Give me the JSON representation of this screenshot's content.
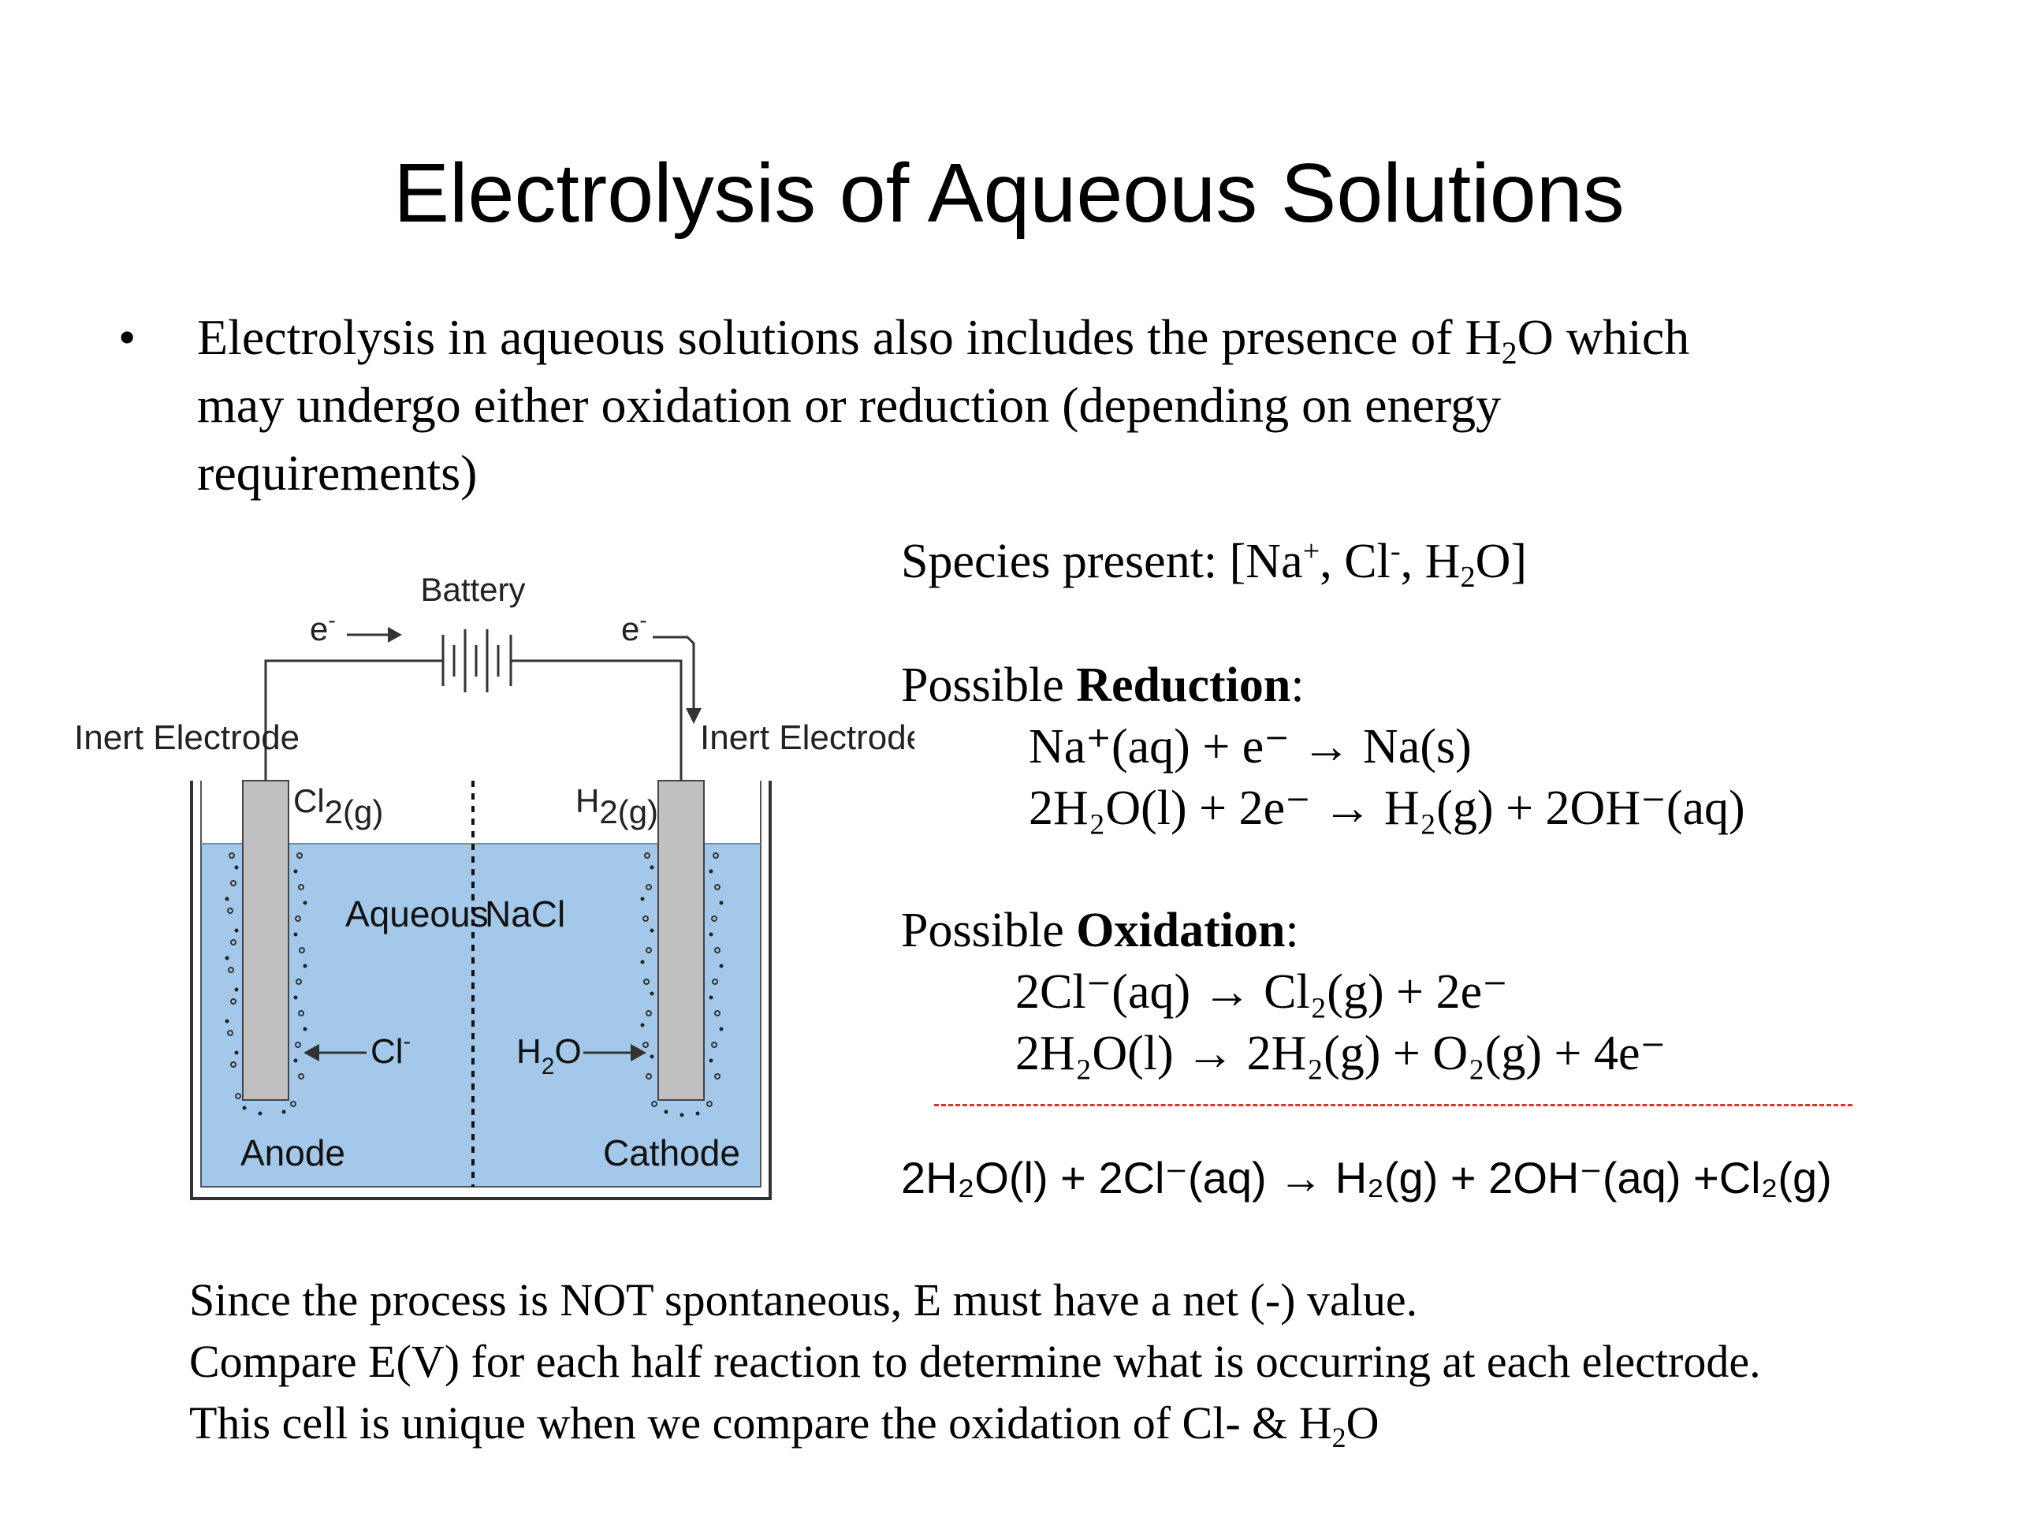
{
  "title": "Electrolysis of Aqueous Solutions",
  "bullet": {
    "symbol": "•",
    "line1_a": "Electrolysis in aqueous solutions also includes the presence of H",
    "line1_sub": "2",
    "line1_b": "O which",
    "line2": "may undergo either oxidation or reduction (depending on energy",
    "line3": "requirements)"
  },
  "diagram": {
    "battery_label": "Battery",
    "electron_left": "e",
    "electron_right": "e",
    "electron_charge": "-",
    "inert_left": "Inert Electrode",
    "inert_right": "Inert Electrode",
    "cl2_label": "Cl",
    "cl2_sub": "2(g)",
    "h2_label": "H",
    "h2_sub": "2(g)",
    "aqueous_label": "Aqueous",
    "nacl_label": "NaCl",
    "cl_ion": "Cl",
    "cl_ion_charge": "-",
    "h2o_label": "H",
    "h2o_sub": "2",
    "h2o_label_b": "O",
    "anode_label": "Anode",
    "cathode_label": "Cathode",
    "solution_color": "#a4c8ea"
  },
  "species": {
    "prefix": "Species present:  [Na",
    "na_charge": "+",
    "mid1": ", Cl",
    "cl_charge": "-",
    "mid2": ", H",
    "h2o_sub": "2",
    "suffix": "O]"
  },
  "reduction": {
    "heading_prefix": "Possible ",
    "heading_bold": "Reduction",
    "heading_suffix": ":",
    "eq1": "Na⁺(aq) + e⁻ → Na(s)",
    "eq2": "2H₂O(l) + 2e⁻ → H₂(g) + 2OH⁻(aq)"
  },
  "oxidation": {
    "heading_prefix": "Possible ",
    "heading_bold": "Oxidation",
    "heading_suffix": ":",
    "eq1": "2Cl⁻(aq) → Cl₂(g) + 2e⁻",
    "eq2": "2H₂O(l) → 2H₂(g) + O₂(g) + 4e⁻"
  },
  "net_equation": "2H₂O(l) + 2Cl⁻(aq) → H₂(g) + 2OH⁻(aq) +Cl₂(g)",
  "footer": {
    "line1": "Since the process is NOT spontaneous, E must have a net (-) value.",
    "line2": "Compare  E(V) for each half reaction to determine what is occurring at each electrode.",
    "line3_a": "This cell is unique when we compare the oxidation of Cl- & H",
    "line3_sub": "2",
    "line3_b": "O"
  },
  "colors": {
    "divider": "#e23030",
    "electrode": "#c0c0c0"
  }
}
